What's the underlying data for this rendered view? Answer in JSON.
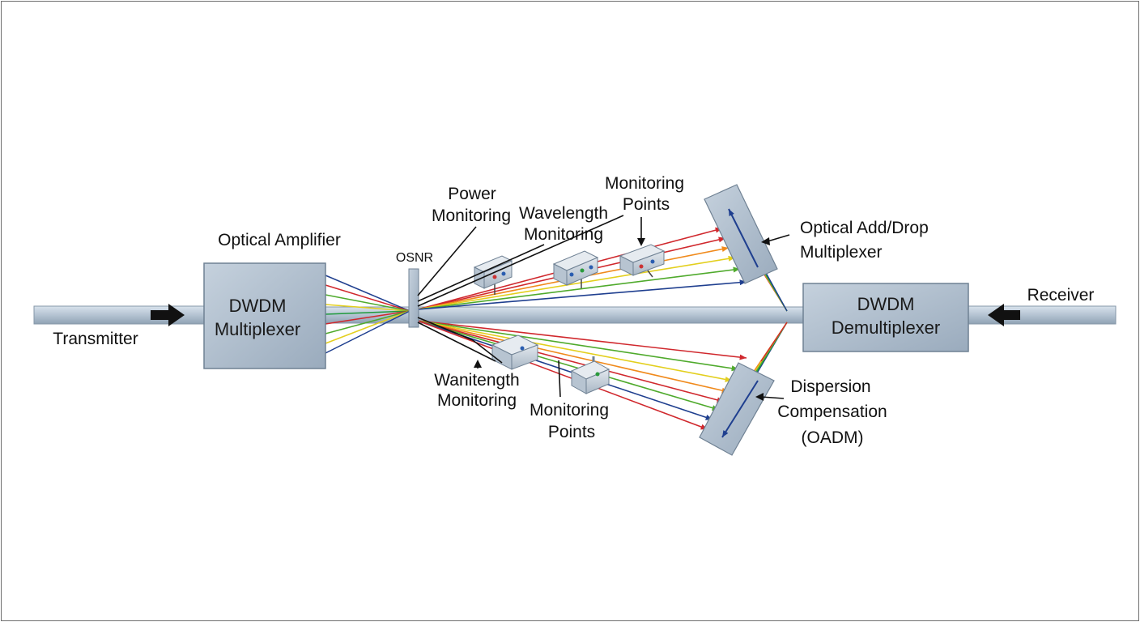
{
  "labels": {
    "transmitter": "Transmitter",
    "receiver": "Receiver",
    "optical_amplifier": "Optical Amplifier",
    "osnr": "OSNR",
    "power_monitoring": [
      "Power",
      "Monitoring"
    ],
    "wavelength_monitoring_top": [
      "Wavelength",
      "Monitoring"
    ],
    "monitoring_points_top": [
      "Monitoring",
      "Points"
    ],
    "oadm": [
      "Optical Add/Drop",
      "Multiplexer"
    ],
    "wavelength_monitoring_bottom": [
      "Wanitength",
      "Monitoring"
    ],
    "monitoring_points_bottom": [
      "Monitoring",
      "Points"
    ],
    "dispersion": [
      "Dispersion",
      "Compensation",
      "(OADM)"
    ]
  },
  "boxes": {
    "mux": [
      "DWDM",
      "Multiplexer"
    ],
    "demux": [
      "DWDM",
      "Demultiplexer"
    ]
  },
  "colors": {
    "fiber": "#b7c6d4",
    "box_fill": "#aebdcc",
    "channels": [
      "#d0282d",
      "#f08a1c",
      "#e3cf1e",
      "#4faa2c",
      "#1f9a3c",
      "#1f3f8f"
    ]
  }
}
